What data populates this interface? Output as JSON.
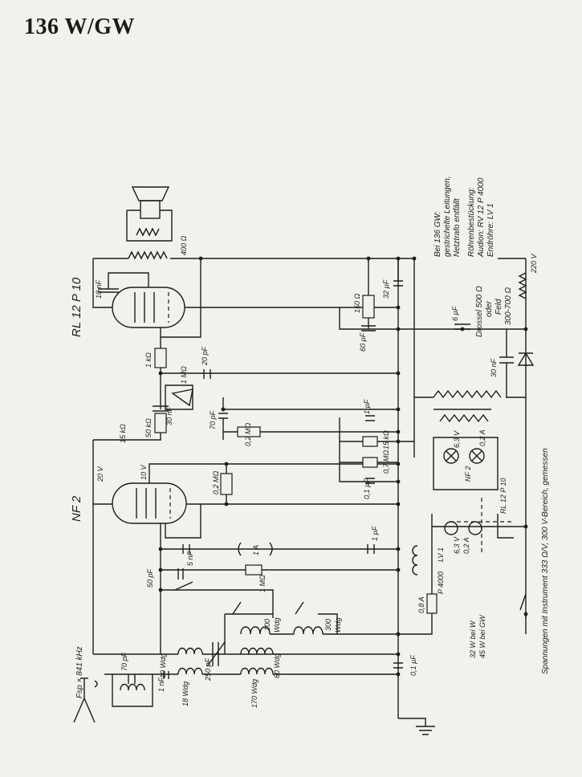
{
  "title": "136 W/GW",
  "tubes": {
    "output": "RL 12 P 10",
    "detector": "NF 2"
  },
  "notes": {
    "variant_line1": "Bei 136 GW:",
    "variant_line2": "gestrichelte Leitungen,",
    "variant_line3": "Netztrafo entfällt",
    "tube_line1": "Röhrenbestückung:",
    "tube_line2": "Audion: RV 12 P 4000",
    "tube_line3": "Endröhre: LV 1",
    "choke_line1": "Drossel 500 Ω",
    "choke_line2": "oder",
    "choke_line3": "Feld",
    "choke_line4": "300-700 Ω",
    "voltage_note": "Spannungen mit Instrument 333 Ω/V, 300 V-Bereich, gemessen",
    "power_line1": "32 W bei W",
    "power_line2": "45 W bei GW",
    "antenna": "Fsp × 841 kHz"
  },
  "labels": {
    "r_speaker": "400 Ω",
    "c_10nf": "10 nF",
    "r_1k": "1 kΩ",
    "c_20pf": "20 pF",
    "pot_1m": "1 MΩ",
    "r_50k": "50 kΩ",
    "c_30nf": "30 nF",
    "c_70pf": "70 pF",
    "r_02m_a": "0,2 MΩ",
    "r_15k": "15 kΩ",
    "v_20": "20 V",
    "v_10": "10 V",
    "r_02m_b": "0,2 MΩ",
    "r_150": "150 Ω",
    "c_32uf": "32 µF",
    "c_60uf": "60 µF",
    "c_6uf": "6 µF",
    "v_220": "220 V",
    "c_30nf_b": "30 nF",
    "c_1uf": "1 µF",
    "r_15k_b": "15 kΩ",
    "r_07m": "0,7 MΩ",
    "c_01uf": "0,1 µF",
    "lamp_v": "6,3 V",
    "lamp_a": "0,2 A",
    "nf2": "NF 2",
    "rl12p10": "RL 12 P 10",
    "lv1": "LV 1",
    "p4000": "P 4000",
    "c_5nf": "5 nF",
    "fuse_1a": "1 A",
    "c_1uf_b": "1 µF",
    "c_50pf": "50 pF",
    "r_1m": "1 MΩ",
    "fuse_08a": "0,8 A",
    "sw_100": "100",
    "sw_300": "300",
    "sw_wdg_a": "Wdg",
    "sw_wdg_b": "Wdg",
    "c_250pf": "250 pF",
    "c_1nf": "1 nF",
    "c_70pf_ant": "70 pF",
    "coil_18": "18 Wdg",
    "coil_170": "170 Wdg",
    "coil_60": "60 Wdg",
    "coil_10": "10 Wdg",
    "c_01uf_b": "0,1 µF"
  }
}
